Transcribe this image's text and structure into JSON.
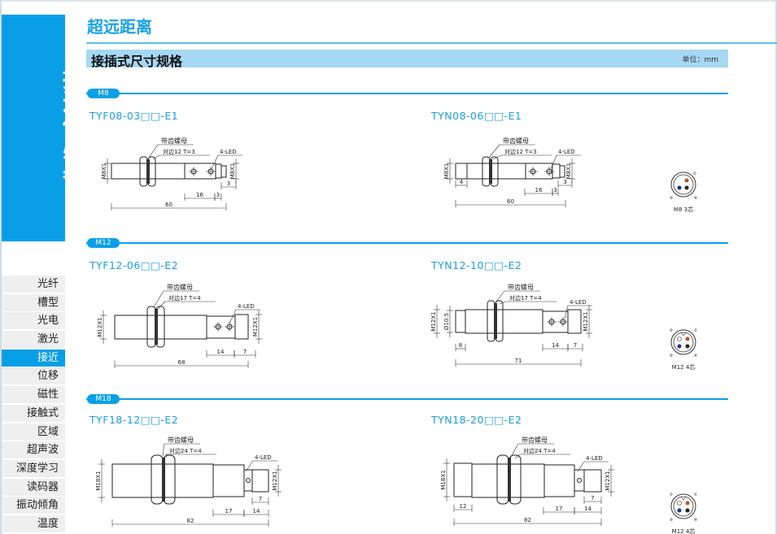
{
  "sidebar": {
    "category_title": "接近传感器",
    "items": [
      {
        "label": "光纤"
      },
      {
        "label": "槽型"
      },
      {
        "label": "光电"
      },
      {
        "label": "激光"
      },
      {
        "label": "接近",
        "active": true
      },
      {
        "label": "位移"
      },
      {
        "label": "磁性"
      },
      {
        "label": "接触式"
      },
      {
        "label": "区域"
      },
      {
        "label": "超声波"
      },
      {
        "label": "深度学习"
      },
      {
        "label": "读码器"
      },
      {
        "label": "振动倾角"
      },
      {
        "label": "温度"
      }
    ]
  },
  "header": {
    "title": "超远距离",
    "spec_title": "接插式尺寸规格",
    "unit": "单位：mm"
  },
  "sections": [
    {
      "tag": "M8"
    },
    {
      "tag": "M12"
    },
    {
      "tag": "M18"
    }
  ],
  "models": {
    "tyf08": {
      "name": "TYF08-03□□-E1",
      "nut": "带齿螺母",
      "nut_spec": "对边12 T=3",
      "led": "4-LED",
      "thread": "M8X1",
      "thread_r": "M8X1",
      "d1": "16",
      "d2": "3",
      "d3": "3",
      "total": "60"
    },
    "tyn08": {
      "name": "TYN08-06□□-E1",
      "nut": "带齿螺母",
      "nut_spec": "对边12 T=3",
      "led": "4-LED",
      "thread": "M8X1",
      "thread_r": "M8X1",
      "d0": "4",
      "d1": "16",
      "d2": "3",
      "d3": "3",
      "total": "60"
    },
    "tyf12": {
      "name": "TYF12-06□□-E2",
      "nut": "带齿螺母",
      "nut_spec": "对边17 T=4",
      "led": "4-LED",
      "thread": "M12X1",
      "thread_r": "M12X1",
      "d1": "14",
      "d2": "7",
      "total": "68"
    },
    "tyn12": {
      "name": "TYN12-10□□-E2",
      "nut": "带齿螺母",
      "nut_spec": "对边17 T=4",
      "led": "4-LED",
      "thread": "M12X1",
      "dia": "Ø10.5",
      "thread_r": "M12X1",
      "d0": "8",
      "d1": "14",
      "d2": "7",
      "total": "71"
    },
    "tyf18": {
      "name": "TYF18-12□□-E2",
      "nut": "带齿螺母",
      "nut_spec": "对边24 T=4",
      "led": "4-LED",
      "thread": "M18X1",
      "thread_r": "M12X1",
      "d1": "17",
      "d2": "14",
      "d3": "7",
      "total": "82"
    },
    "tyn18": {
      "name": "TYN18-20□□-E2",
      "nut": "带齿螺母",
      "nut_spec": "对边24 T=4",
      "led": "4-LED",
      "thread": "M18X1",
      "thread_r": "M12X1",
      "d0": "12",
      "d1": "17",
      "d2": "14",
      "d3": "7",
      "total": "82"
    }
  },
  "connectors": [
    {
      "label": "M8 3芯",
      "pins": [
        "①",
        "③",
        "④"
      ]
    },
    {
      "label": "M12 4芯",
      "pins": [
        "②",
        "①",
        "③",
        "④"
      ]
    },
    {
      "label": "M12 4芯",
      "pins": [
        "②",
        "①",
        "③",
        "④"
      ]
    }
  ],
  "colors": {
    "accent": "#089fe6",
    "bar": "#a6d8f4",
    "pin_brown": "#b4562a",
    "pin_blue": "#1c2f9c",
    "pin_black": "#222222"
  }
}
